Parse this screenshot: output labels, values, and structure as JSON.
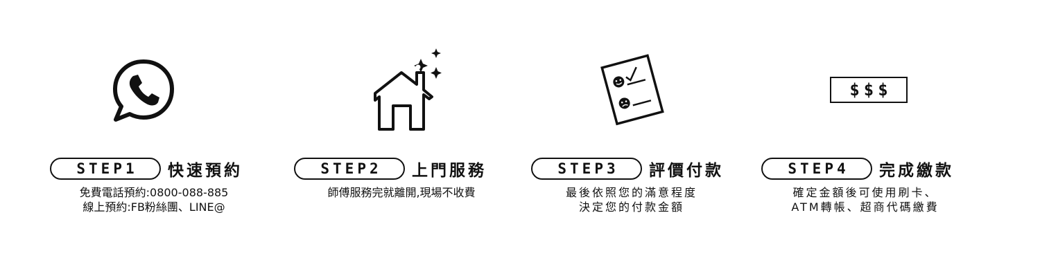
{
  "steps": [
    {
      "id": "step-1",
      "badge": "STEP1",
      "title": "快速預約",
      "icon": "whatsapp-phone-icon",
      "lines": [
        "免費電話預約:0800-088-885",
        "線上預約:FB粉絲團、LINE@"
      ]
    },
    {
      "id": "step-2",
      "badge": "STEP2",
      "title": "上門服務",
      "icon": "sparkling-house-icon",
      "lines": [
        "師傅服務完就離開,現場不收費"
      ]
    },
    {
      "id": "step-3",
      "badge": "STEP3",
      "title": "評價付款",
      "icon": "review-checklist-icon",
      "lines": [
        "最後依照您的滿意程度",
        "決定您的付款金額"
      ]
    },
    {
      "id": "step-4",
      "badge": "STEP4",
      "title": "完成繳款",
      "icon": "money-box-icon",
      "money_label": "$$$",
      "lines": [
        "確定金額後可使用刷卡、",
        "ATM轉帳、超商代碼繳費"
      ]
    }
  ],
  "colors": {
    "ink": "#111111",
    "background": "#ffffff"
  }
}
